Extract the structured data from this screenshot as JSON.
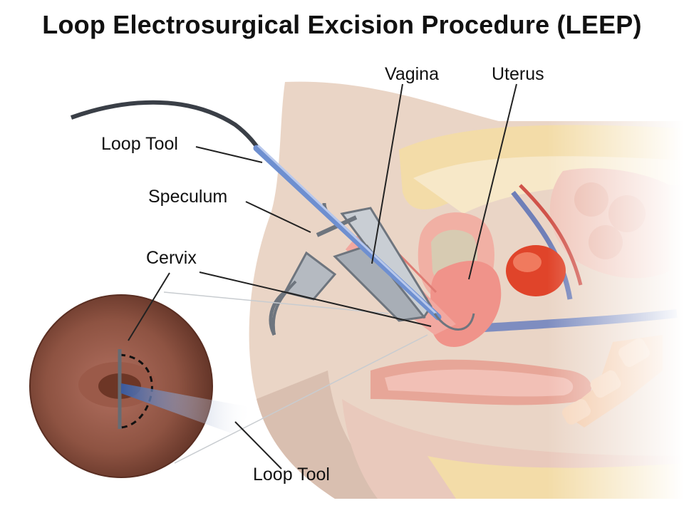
{
  "title": "Loop Electrosurgical Excision Procedure (LEEP)",
  "labels": {
    "vagina": "Vagina",
    "uterus": "Uterus",
    "loop_tool_top": "Loop Tool",
    "speculum": "Speculum",
    "cervix": "Cervix",
    "loop_tool_bottom": "Loop Tool"
  },
  "colors": {
    "skin": "#e8d2c2",
    "tissue_pink": "#f2a8a0",
    "uterus_red": "#e0442a",
    "fat_yellow": "#f1d8a0",
    "vessel_blue": "#6f7fb8",
    "instrument_steel": "#8a9098",
    "loop_tool_blue": "#6e8fd0",
    "cervix_inset_brown": "#8a4f3e"
  }
}
